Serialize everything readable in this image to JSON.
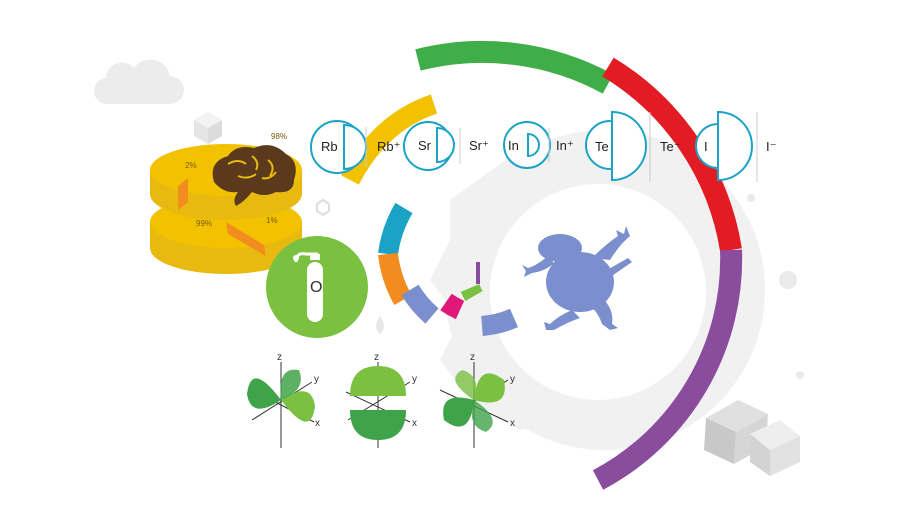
{
  "ions": [
    {
      "atom": "Rb",
      "ion": "Rb⁺"
    },
    {
      "atom": "Sr",
      "ion": "Sr⁺"
    },
    {
      "atom": "In",
      "ion": "In⁺"
    },
    {
      "atom": "Te",
      "ion": "Te⁻"
    },
    {
      "atom": "I",
      "ion": "I⁻"
    }
  ],
  "brain_chart": {
    "top": {
      "pct_left": "2%",
      "pct_right": "98%"
    },
    "bottom": {
      "pct_left": "99%",
      "pct_right": "1%"
    }
  },
  "oxygen": {
    "symbol": "O"
  },
  "orbitals": {
    "axes": {
      "z": "z",
      "y": "y",
      "x": "x"
    }
  },
  "colors": {
    "green_arc": "#3fae49",
    "red_arc": "#e31b23",
    "purple_arc": "#8a4d9e",
    "yellow_arc": "#f2c200",
    "gold": "#e8b90f",
    "orbital_dark": "#3fa34a",
    "orbital_light": "#7ac142",
    "frog": "#7b8fce",
    "teal": "#1ba3c6"
  },
  "icons": [
    "cloud-icon",
    "cube-icon",
    "brain-icon",
    "oxygen-tank-icon",
    "frog-icon",
    "hexagon-icon",
    "drop-icon"
  ]
}
